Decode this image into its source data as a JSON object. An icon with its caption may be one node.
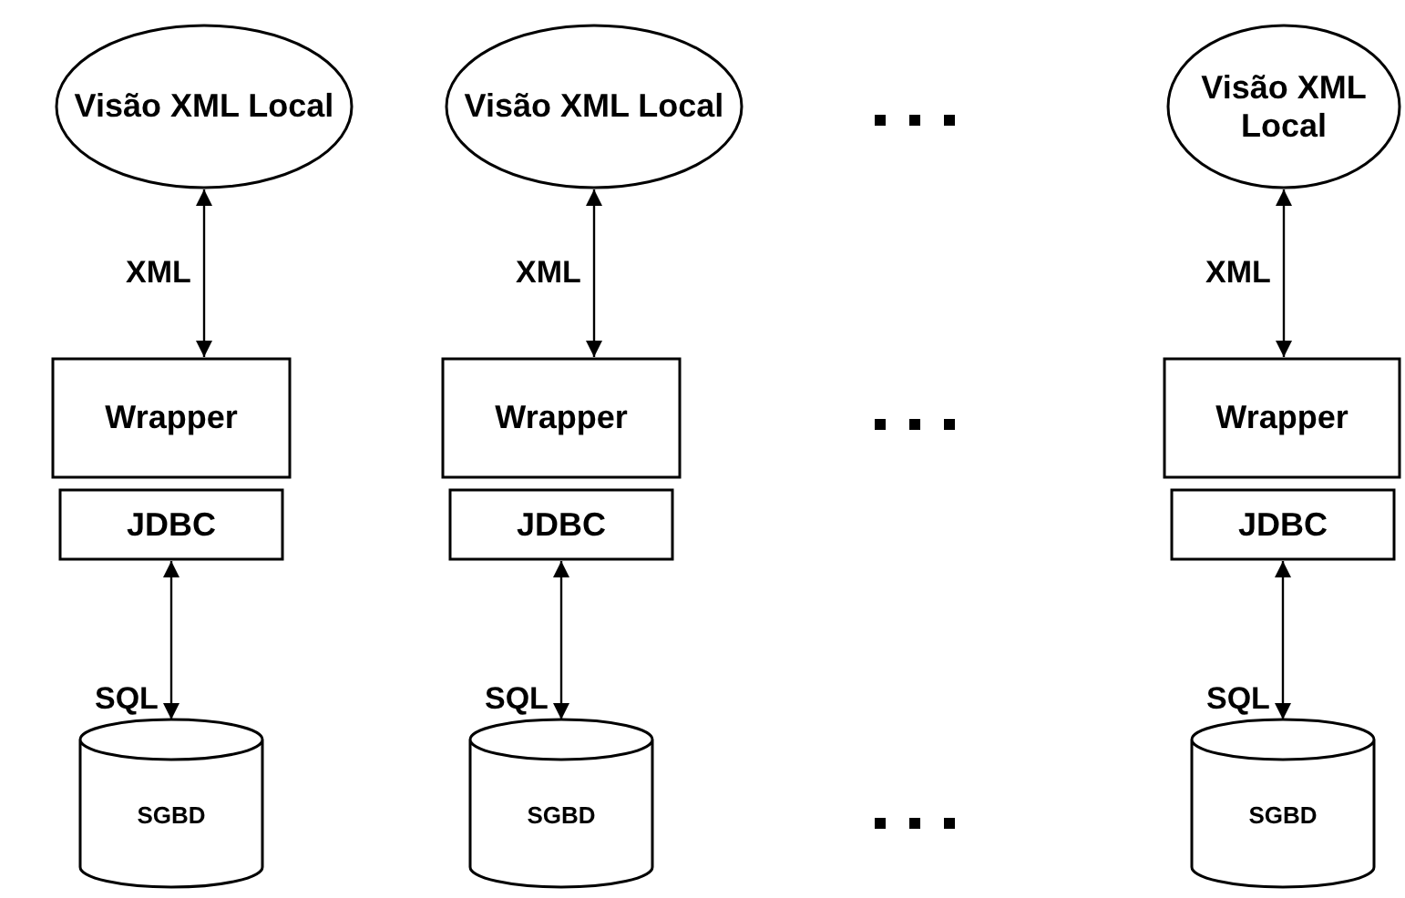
{
  "diagram": {
    "nodes": [
      {
        "text": [
          "Visão XML Local"
        ]
      },
      {
        "text": [
          "Wrapper"
        ]
      },
      {
        "text": [
          "JDBC"
        ]
      },
      {
        "text": [
          "SGBD"
        ]
      },
      {
        "text": [
          "Visão XML Local"
        ]
      },
      {
        "text": [
          "Wrapper"
        ]
      },
      {
        "text": [
          "JDBC"
        ]
      },
      {
        "text": [
          "SGBD"
        ]
      },
      {
        "text": [
          "Visão XML Local"
        ]
      },
      {
        "text": [
          "Wrapper"
        ]
      },
      {
        "text": [
          "JDBC"
        ]
      },
      {
        "text": [
          "SGBD"
        ]
      }
    ],
    "edges": [
      {
        "from": 0,
        "to": 1,
        "arrow": "both",
        "label": "XML"
      },
      {
        "from": 2,
        "to": 3,
        "arrow": "both",
        "label": "SQL"
      },
      {
        "from": 4,
        "to": 5,
        "arrow": "both",
        "label": "XML"
      },
      {
        "from": 6,
        "to": 7,
        "arrow": "both",
        "label": "SQL"
      },
      {
        "from": 8,
        "to": 9,
        "arrow": "both",
        "label": "XML"
      },
      {
        "from": 10,
        "to": 11,
        "arrow": "both",
        "label": "SQL"
      }
    ]
  }
}
